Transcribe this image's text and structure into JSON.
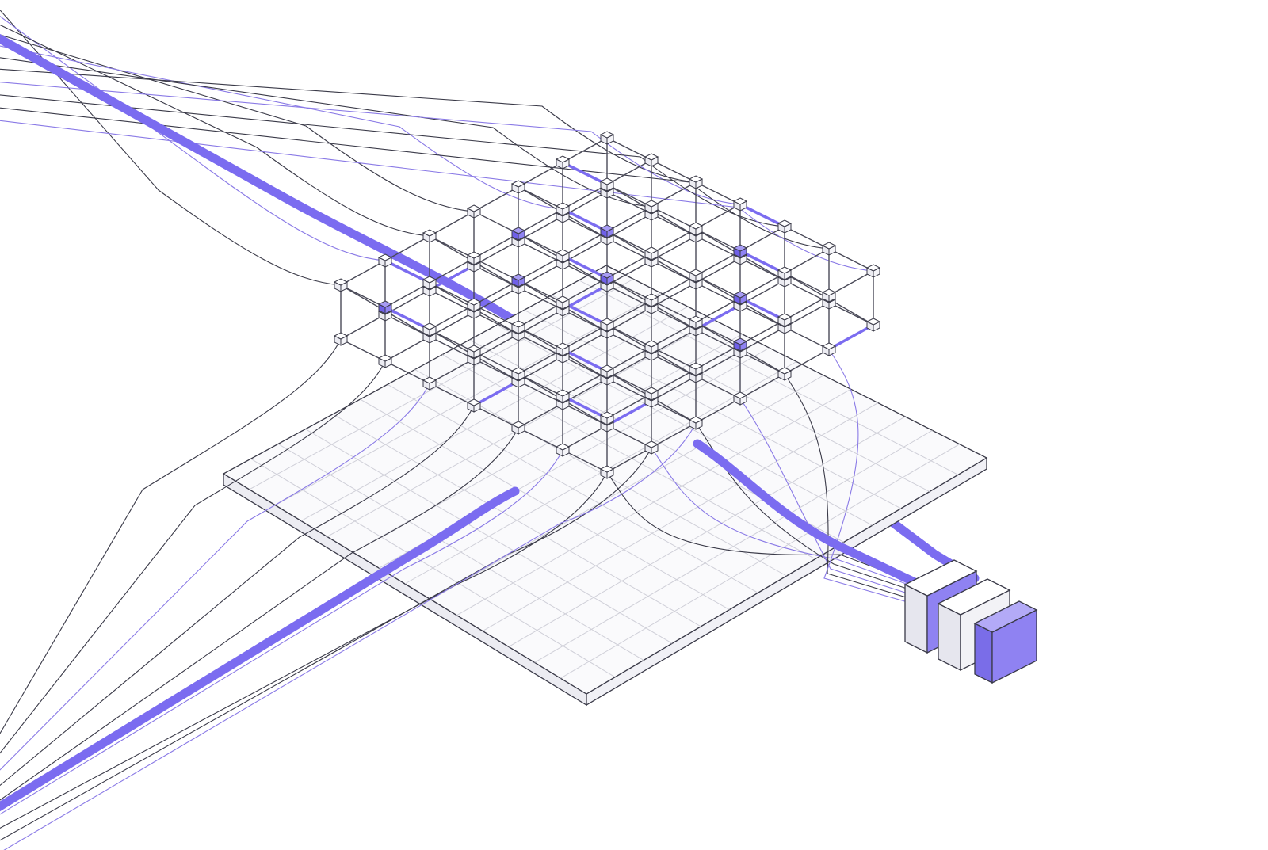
{
  "diagram": {
    "description_free": true,
    "colors": {
      "accent": "#7b6cf0",
      "accent_fill": "#8f82f2",
      "stroke": "#3a3a48",
      "node_fill": "#ffffff",
      "plate_top": "#fafafc",
      "plate_side": "#ececf2",
      "module_side": "#e6e6ee"
    },
    "lattice": {
      "cols": 7,
      "rows": 7,
      "layers": 2
    },
    "plate": {
      "grid_divisions": 14
    },
    "output_module": {
      "blocks": 3
    },
    "icons": [
      "node-cube-icon",
      "output-module-icon"
    ]
  }
}
